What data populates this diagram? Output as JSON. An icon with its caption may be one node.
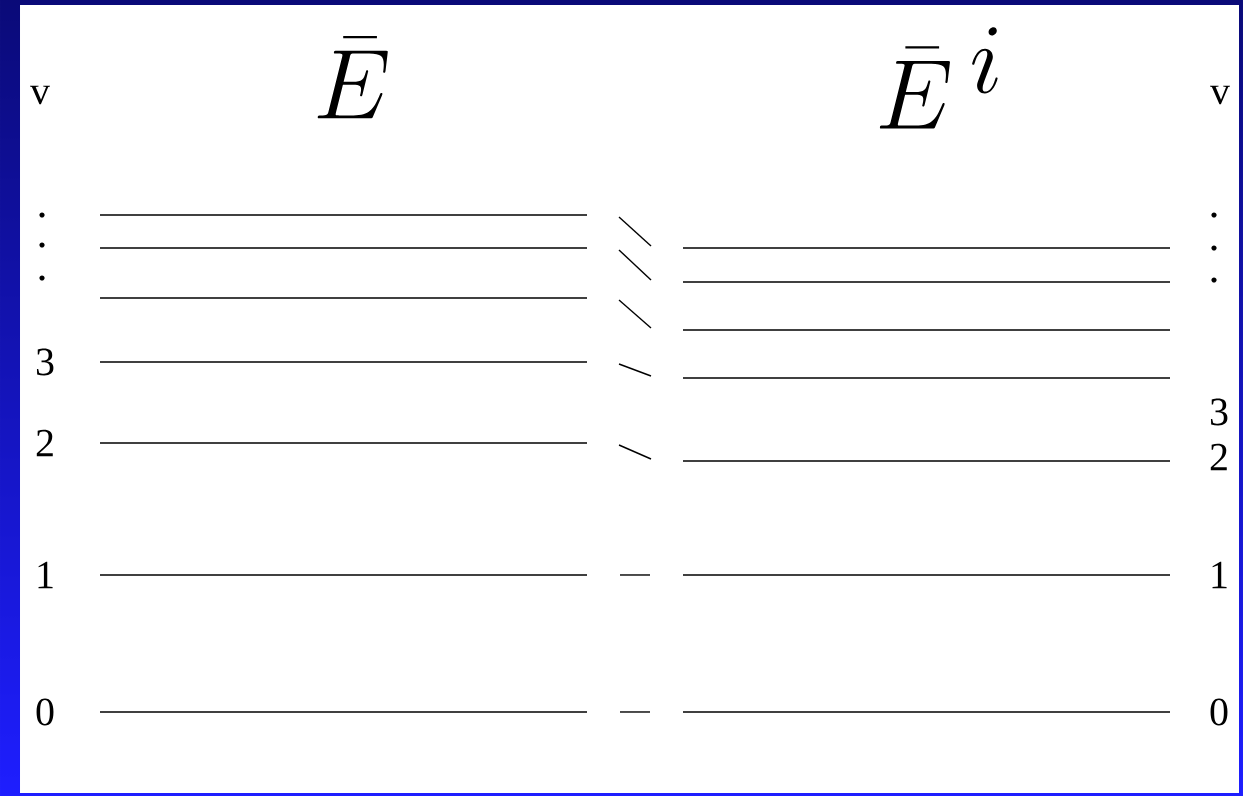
{
  "diagram": {
    "labels": [
      "v",
      "\\bar{E}",
      "\\bar{E}^{\\,i}",
      "v",
      "3",
      "2",
      "1",
      "0",
      "3",
      "2",
      "1",
      "0"
    ]
  }
}
